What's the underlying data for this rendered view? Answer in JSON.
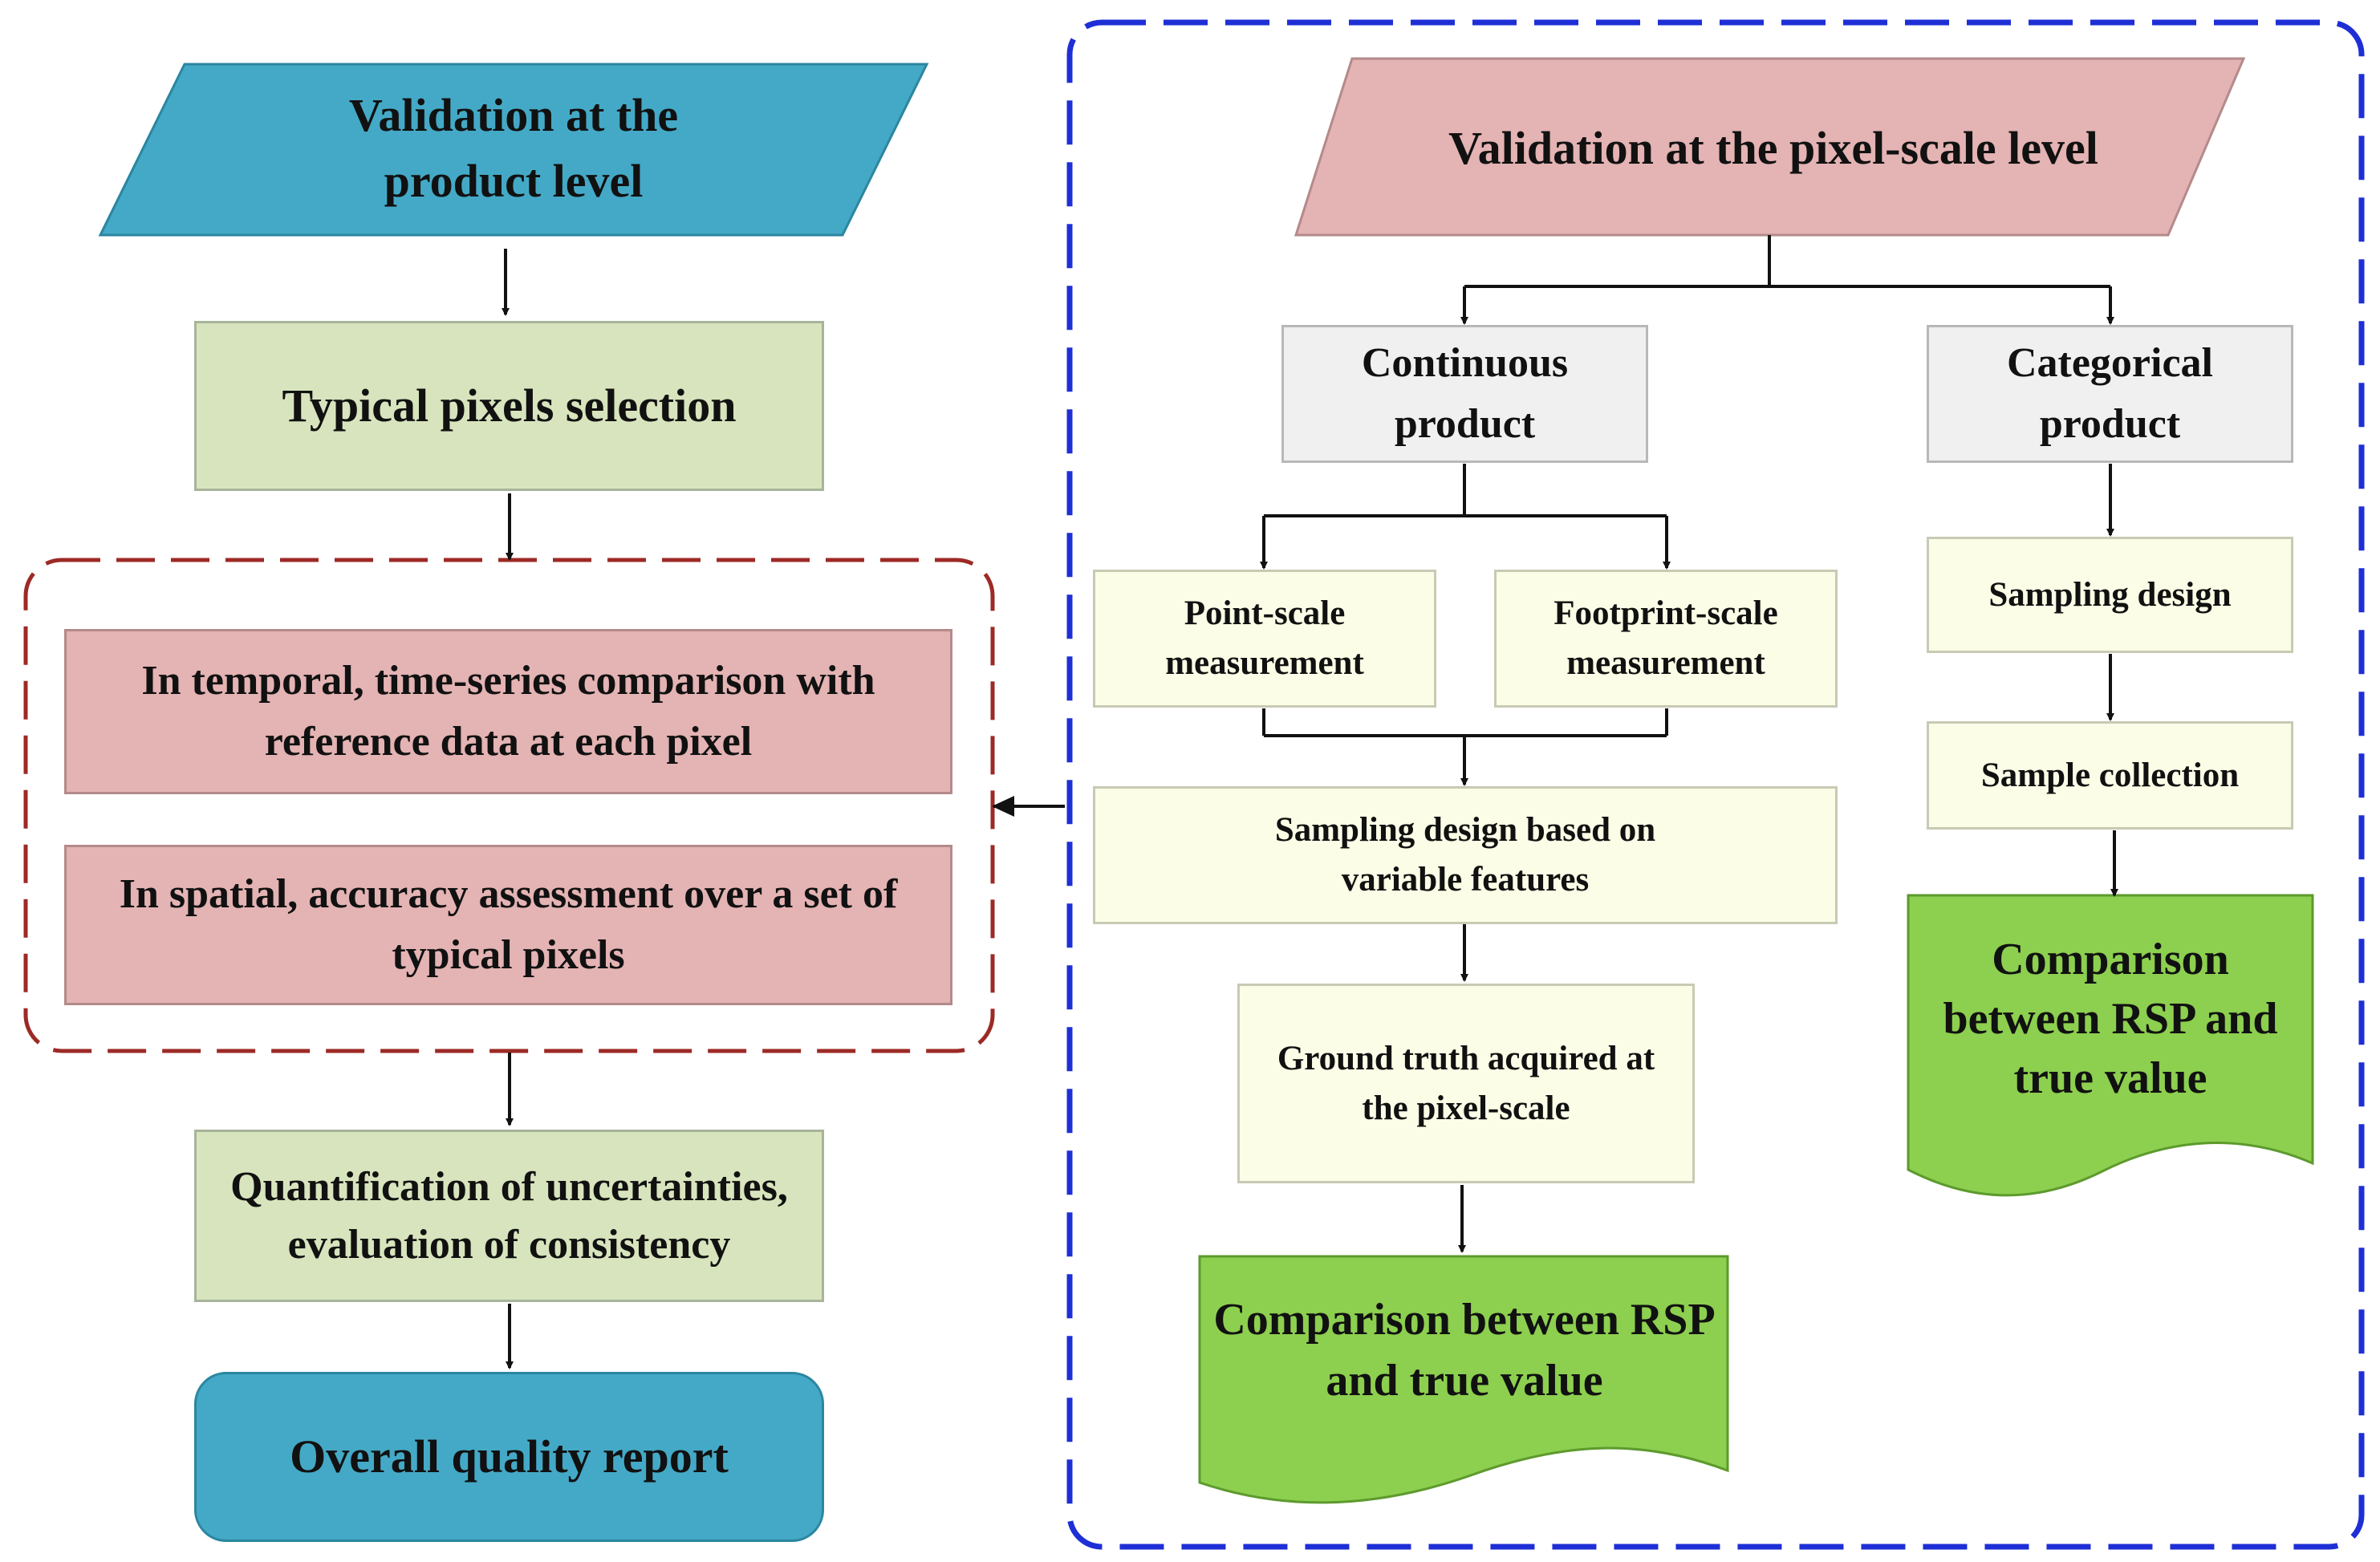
{
  "product_level": {
    "title": "Validation at the product level",
    "typical_pixels": "Typical pixels selection",
    "temporal": "In temporal, time-series comparison with reference data at each pixel",
    "spatial": "In spatial, accuracy assessment over a set of typical pixels",
    "quantification": "Quantification of uncertainties, evaluation of consistency",
    "report": "Overall quality report"
  },
  "pixel_level": {
    "title": "Validation at the pixel-scale level",
    "continuous": "Continuous product",
    "categorical": "Categorical product",
    "point_scale": "Point-scale measurement",
    "footprint_scale": "Footprint-scale measurement",
    "sampling_variable": "Sampling design based on variable features",
    "ground_truth": "Ground truth acquired at the pixel-scale",
    "comparison_continuous": "Comparison between RSP and  true value",
    "sampling_design": "Sampling design",
    "sample_collection": "Sample collection",
    "comparison_categorical": "Comparison between RSP and true value"
  },
  "colors": {
    "product_header": "#44a9c6",
    "pixel_header": "#e4b3b3",
    "green_box": "#d8e4bd",
    "pink_box": "#e4b3b3",
    "cream_box": "#fbfde6",
    "gray_box": "#f0f0f0",
    "document_green": "#8dcf4f",
    "red_dash": "#9c2a26",
    "blue_dash": "#1e2fd6"
  }
}
